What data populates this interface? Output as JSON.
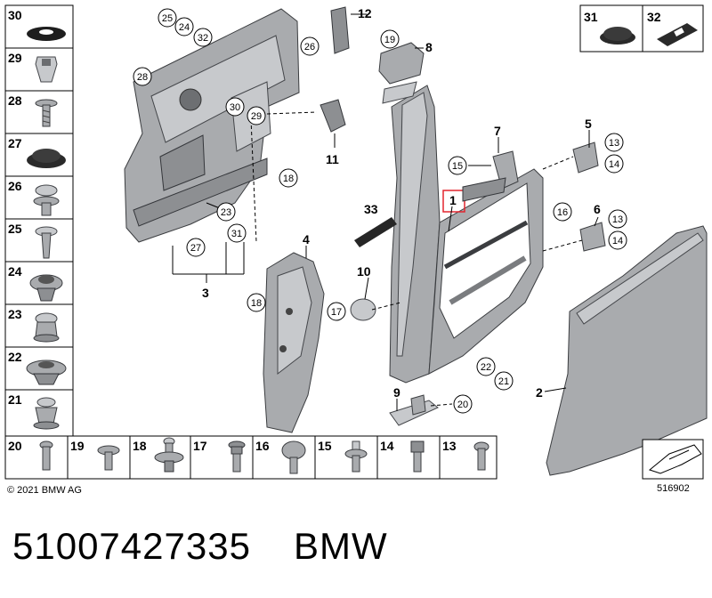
{
  "copyright": "© 2021 BMW AG",
  "diagram_number": "516902",
  "part_number": "51007427335",
  "brand": "BMW",
  "side_panel": [
    {
      "num": "30"
    },
    {
      "num": "29"
    },
    {
      "num": "28"
    },
    {
      "num": "27"
    },
    {
      "num": "26"
    },
    {
      "num": "25"
    },
    {
      "num": "24"
    },
    {
      "num": "23"
    },
    {
      "num": "22"
    },
    {
      "num": "21"
    }
  ],
  "bottom_panel": [
    {
      "num": "20"
    },
    {
      "num": "19"
    },
    {
      "num": "18"
    },
    {
      "num": "17"
    },
    {
      "num": "16"
    },
    {
      "num": "15"
    },
    {
      "num": "14"
    },
    {
      "num": "13"
    }
  ],
  "top_right_panel": [
    {
      "num": "31"
    },
    {
      "num": "32"
    }
  ],
  "main_labels": {
    "l1": "1",
    "l2": "2",
    "l3": "3",
    "l4": "4",
    "l5": "5",
    "l6": "6",
    "l7": "7",
    "l8": "8",
    "l9": "9",
    "l10": "10",
    "l11": "11",
    "l12": "12",
    "l33": "33"
  },
  "callouts": {
    "c25": "25",
    "c24": "24",
    "c32": "32",
    "c26": "26",
    "c28": "28",
    "c30": "30",
    "c29": "29",
    "c18a": "18",
    "c23": "23",
    "c27": "27",
    "c31a": "31",
    "c19": "19",
    "c15": "15",
    "c13a": "13",
    "c14a": "14",
    "c16": "16",
    "c13b": "13",
    "c14b": "14",
    "c18b": "18",
    "c17": "17",
    "c20": "20",
    "c22": "22",
    "c21": "21"
  },
  "accent_colors": {
    "highlight": "#e3252f",
    "part_gray": "#a9abae"
  }
}
